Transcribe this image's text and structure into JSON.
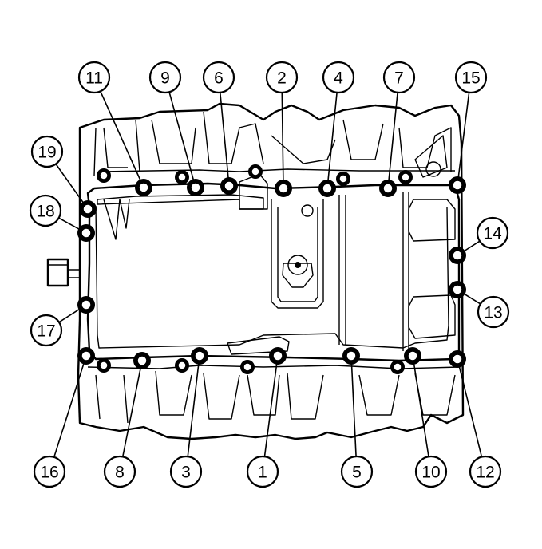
{
  "diagram": {
    "colors": {
      "line": "#000000",
      "background": "#ffffff"
    },
    "callouts": [
      "1",
      "2",
      "3",
      "4",
      "5",
      "6",
      "7",
      "8",
      "9",
      "10",
      "11",
      "12",
      "13",
      "14",
      "15",
      "16",
      "17",
      "18",
      "19"
    ]
  }
}
